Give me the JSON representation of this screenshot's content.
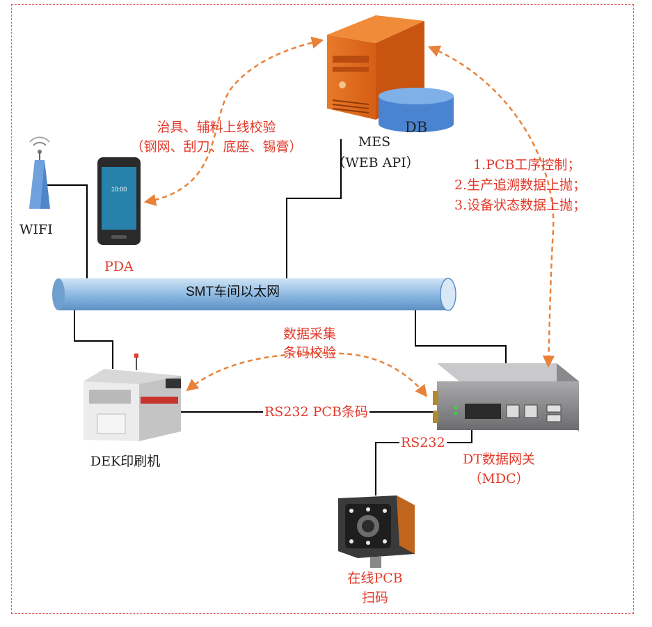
{
  "nodes": {
    "mes": {
      "name": "MES",
      "sub": "（WEB API）",
      "db": "DB"
    },
    "wifi": {
      "name": "WIFI"
    },
    "pda": {
      "name": "PDA"
    },
    "ethernet": {
      "name": "SMT车间以太网"
    },
    "dek": {
      "name": "DEK印刷机"
    },
    "gateway": {
      "name": "DT数据网关",
      "sub": "（MDC）"
    },
    "scanner": {
      "name": "在线PCB",
      "sub": "扫码"
    }
  },
  "annotations": {
    "pda_mes": {
      "line1": "治具、辅料上线校验",
      "line2": "（钢网、刮刀、底座、锡膏）"
    },
    "mes_gateway": {
      "line1": "1.PCB工序控制；",
      "line2": "2.生产追溯数据上抛；",
      "line3": "3.设备状态数据上抛；"
    },
    "gateway_dek": {
      "line1": "数据采集",
      "line2": "条码校验"
    }
  },
  "links": {
    "gateway_to_dek": "RS232 PCB条码",
    "scanner_to_gateway": "RS232"
  },
  "colors": {
    "annotation": "#e23a2b",
    "dashed_arrow": "#e8823a",
    "ethernet": "#5b9bd5",
    "server": "#e06b1e",
    "db": "#4a84d0",
    "frame": "#e06060"
  }
}
